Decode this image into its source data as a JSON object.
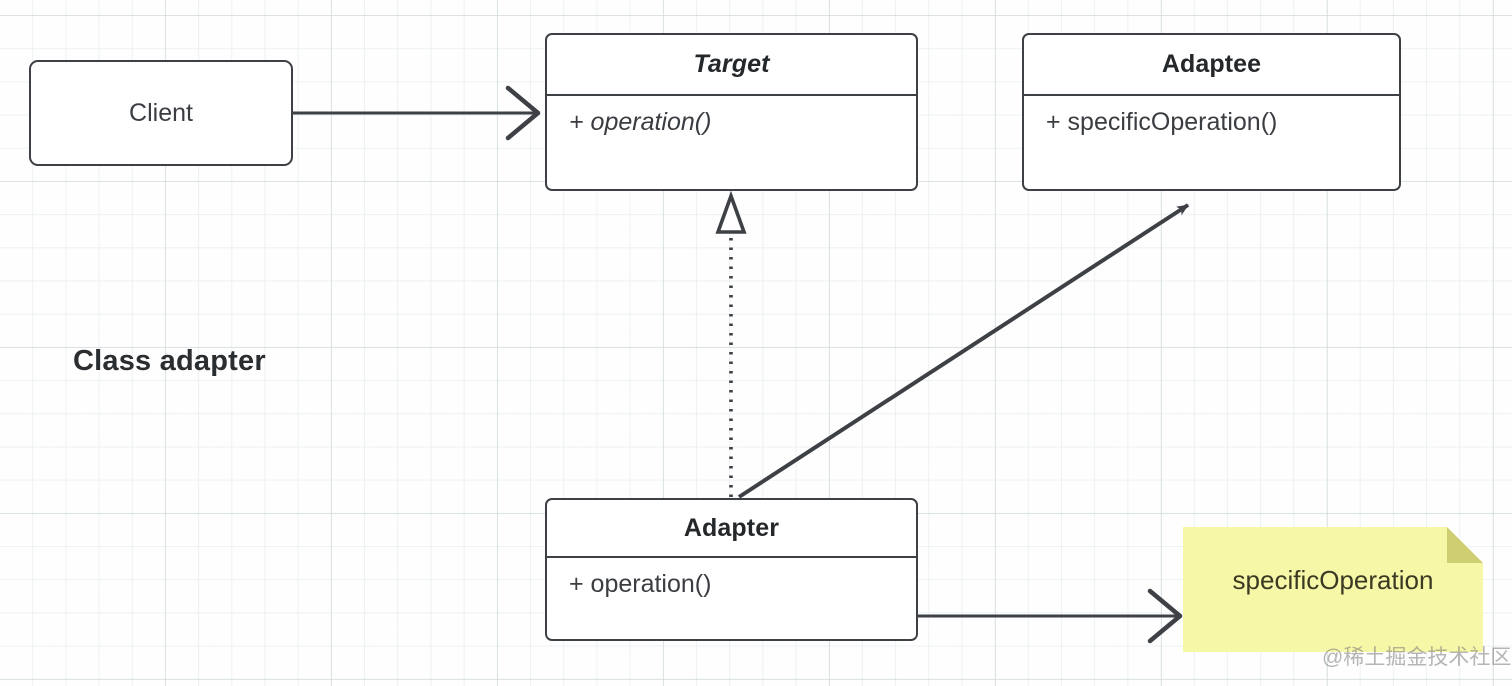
{
  "diagram": {
    "caption": "Class adapter",
    "watermark": "@稀土掘金技术社区",
    "accent_note_color": "#f7f7a8",
    "line_color": "#3d4044",
    "grid_color": "#e2e9e9"
  },
  "nodes": {
    "client": {
      "label": "Client"
    },
    "target": {
      "title": "Target",
      "member": "+ operation()"
    },
    "adaptee": {
      "title": "Adaptee",
      "member": "+ specificOperation()"
    },
    "adapter": {
      "title": "Adapter",
      "member": "+ operation()"
    },
    "note": {
      "text": "specificOperation"
    }
  },
  "edges": [
    {
      "name": "client-to-target",
      "from": "client",
      "to": "target",
      "style": "solid",
      "arrow": "open"
    },
    {
      "name": "adapter-realizes-target",
      "from": "adapter",
      "to": "target",
      "style": "dotted",
      "arrow": "hollow-triangle"
    },
    {
      "name": "adapter-to-adaptee",
      "from": "adapter",
      "to": "adaptee",
      "style": "solid",
      "arrow": "filled"
    },
    {
      "name": "adapter-to-note",
      "from": "adapter",
      "to": "note",
      "style": "solid",
      "arrow": "open"
    }
  ]
}
